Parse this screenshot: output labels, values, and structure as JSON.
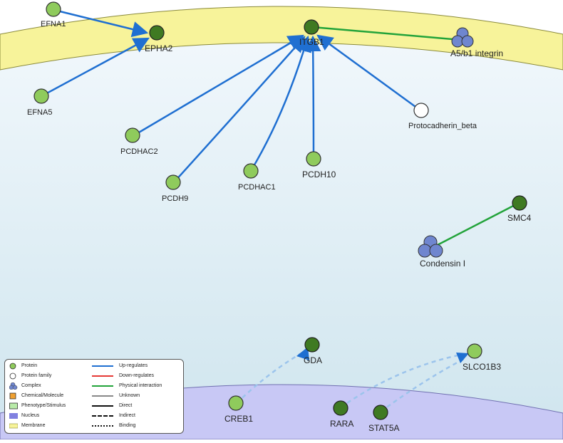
{
  "nodes": {
    "efna1": "EFNA1",
    "epha2": "EPHA2",
    "itgb1": "ITGB1",
    "a5b1": "A5/b1 integrin",
    "efna5": "EFNA5",
    "protocadherin_beta": "Protocadherin_beta",
    "pcdhac2": "PCDHAC2",
    "pcdh9": "PCDH9",
    "pcdhac1": "PCDHAC1",
    "pcdh10": "PCDH10",
    "smc4": "SMC4",
    "condensin": "Condensin I",
    "gda": "GDA",
    "slco1b3": "SLCO1B3",
    "creb1": "CREB1",
    "rara": "RARA",
    "stat5a": "STAT5A"
  },
  "legend": {
    "shapes": [
      {
        "label": "Protein",
        "icon": "protein-circle"
      },
      {
        "label": "Protein family",
        "icon": "protein-family-circle"
      },
      {
        "label": "Complex",
        "icon": "complex-trefoil"
      },
      {
        "label": "Chemical/Molecule",
        "icon": "chemical-square"
      },
      {
        "label": "Phenotype/Stimulus",
        "icon": "phenotype-rect"
      },
      {
        "label": "Nucleus",
        "icon": "nucleus-rect"
      },
      {
        "label": "Membrane",
        "icon": "membrane-band"
      }
    ],
    "edges": [
      {
        "label": "Up-regulates",
        "color": "#1f6fd1"
      },
      {
        "label": "Down-regulates",
        "color": "#e53935"
      },
      {
        "label": "Physical interaction",
        "color": "#22a33a"
      },
      {
        "label": "Unknown",
        "color": "#888888"
      },
      {
        "label": "Direct",
        "style": "solid"
      },
      {
        "label": "Indirect",
        "style": "dashed"
      },
      {
        "label": "Binding",
        "style": "dotted"
      }
    ]
  },
  "colors": {
    "membrane": "#f7f39a",
    "nucleus": "#c8c8f5",
    "cytoplasm_top": "#f2f8fc",
    "cytoplasm_bottom": "#d4e8f0",
    "protein_light": "#8fcb5c",
    "protein_dark": "#3f7a22",
    "complex": "#6f86cf",
    "upregulates": "#1f6fd1",
    "physical": "#22a33a",
    "indirect": "#9cc4ec"
  }
}
